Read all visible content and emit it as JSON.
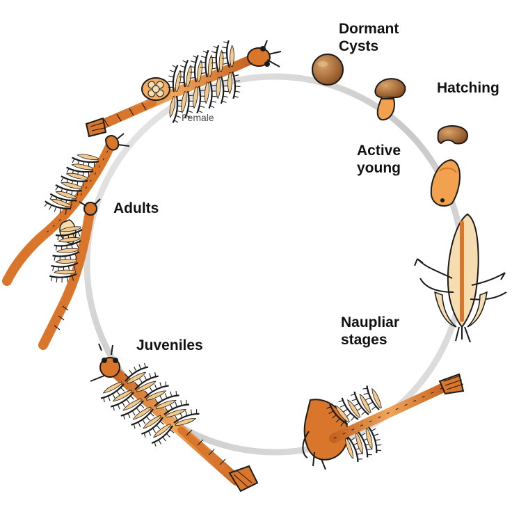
{
  "labels": {
    "dormant": [
      "Dormant",
      "Cysts"
    ],
    "hatching": "Hatching",
    "active": [
      "Active",
      "young"
    ],
    "nauplius": [
      "Naupliar",
      "stages"
    ],
    "juveniles": "Juveniles",
    "adults": "Adults",
    "female": "Female"
  },
  "colors": {
    "cycle_ring": "#d6d6d6",
    "body": "#d9762b",
    "body_light": "#f3ad63",
    "limb_fill": "#f6ddb1",
    "cyst": "#9a5a2a",
    "outline": "#1a1a1a"
  }
}
